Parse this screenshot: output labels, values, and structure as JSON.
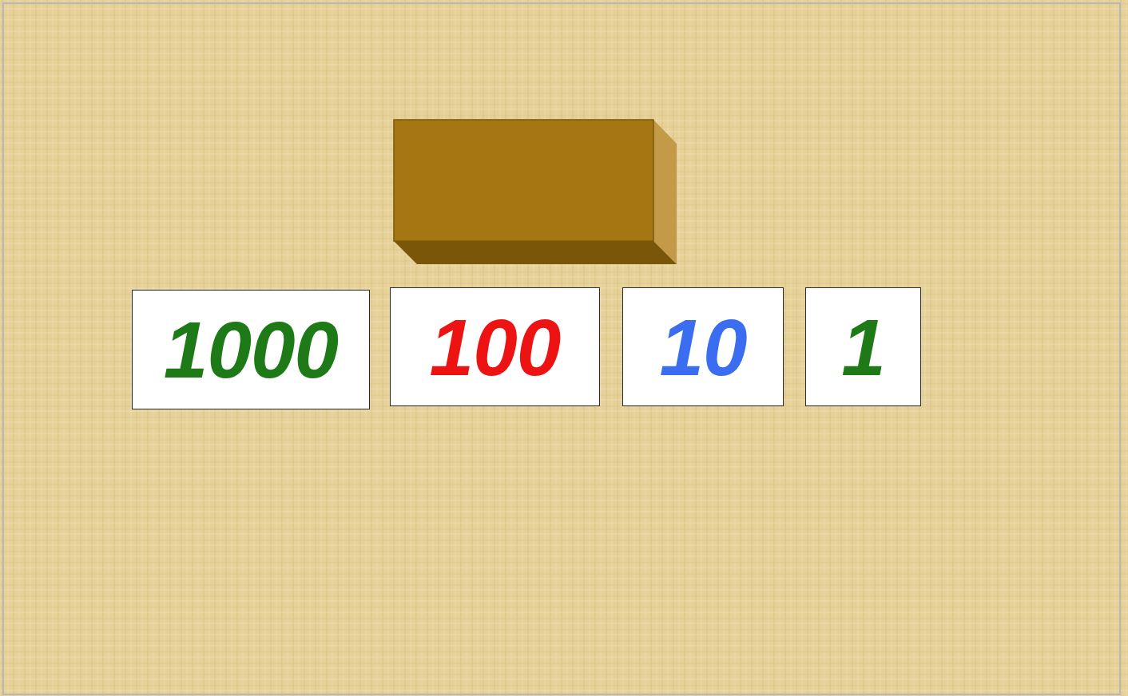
{
  "diagram": {
    "nodes": [
      {
        "text": [
          "1000"
        ]
      },
      {
        "text": [
          "100"
        ]
      },
      {
        "text": [
          "10"
        ]
      },
      {
        "text": [
          "1"
        ]
      }
    ]
  }
}
